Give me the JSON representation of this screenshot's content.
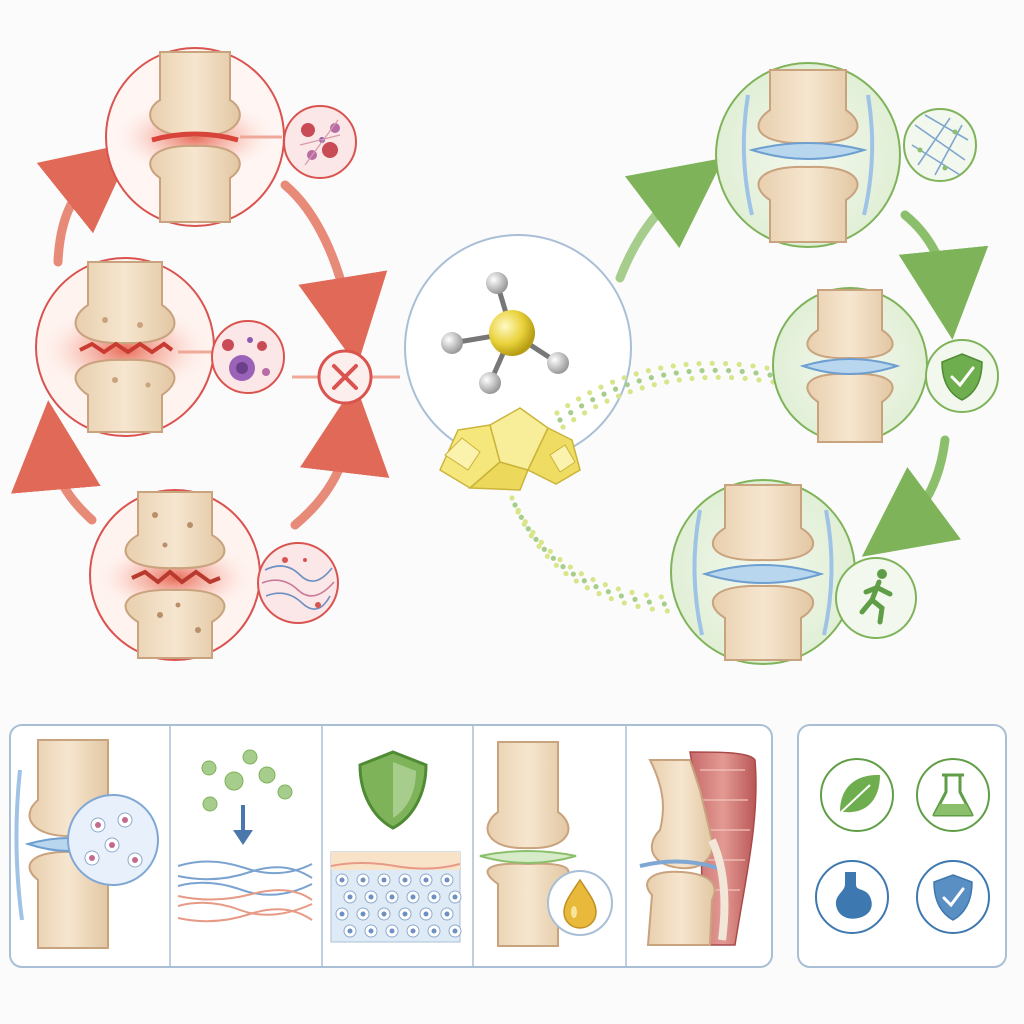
{
  "diagram": {
    "colors": {
      "inflamed": "#d9534f",
      "inflamed_glow": "#f3b1a6",
      "healthy": "#7fb35a",
      "cartilage": "#9ec3e6",
      "bone": "#f2dfc4",
      "bone_edge": "#c9a27e",
      "sulfur": "#f1e06a",
      "panel_border": "#a9bfd6",
      "icon_green": "#5f9e46",
      "icon_blue": "#3d78b0"
    },
    "inflammation_cycle": [
      {
        "stage": "inflamed-joint",
        "icon": "inflammatory-cells-icon"
      },
      {
        "stage": "eroding-joint",
        "icon": "immune-cell-icon"
      },
      {
        "stage": "degenerated-joint",
        "icon": "damaged-fibers-icon"
      }
    ],
    "block_symbol": "close-icon",
    "center": {
      "molecule": "sulfur-molecule-icon",
      "crystals": "sulfur-crystals-icon"
    },
    "recovery_path": [
      {
        "stage": "repairing-joint",
        "icon": "collagen-mesh-icon"
      },
      {
        "stage": "protected-joint",
        "icon": "shield-check-icon"
      },
      {
        "stage": "mobile-joint",
        "icon": "running-person-icon"
      }
    ],
    "benefit_panels": [
      {
        "name": "cartilage-cells",
        "icon": "cell-cluster-icon"
      },
      {
        "name": "nutrient-absorption",
        "icon": "absorption-arrow-icon"
      },
      {
        "name": "tissue-protection",
        "icon": "shield-icon"
      },
      {
        "name": "joint-lubrication",
        "icon": "oil-drop-icon"
      },
      {
        "name": "muscle-and-tendon",
        "icon": "muscle-icon"
      }
    ],
    "feature_icons": [
      "leaf-icon",
      "flask-icon",
      "stomach-icon",
      "shield-check-icon"
    ]
  }
}
